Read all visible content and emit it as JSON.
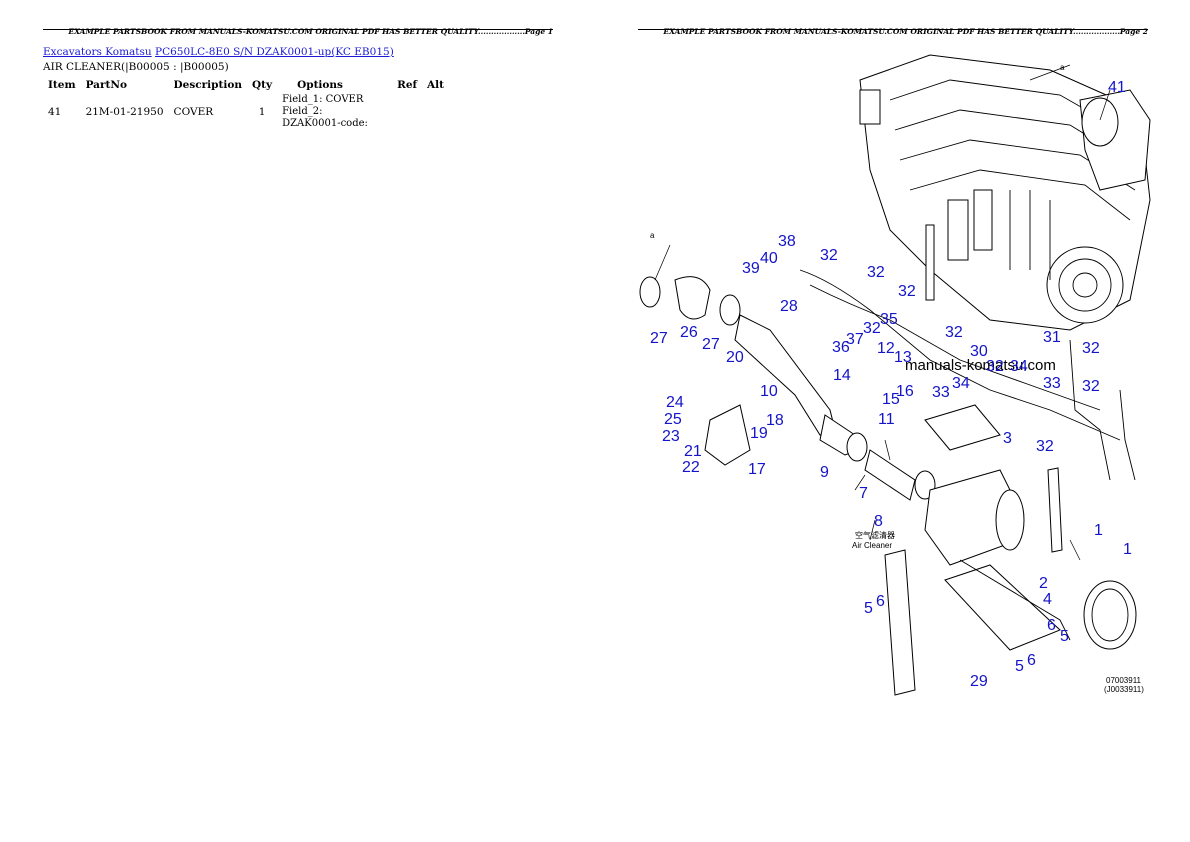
{
  "page1_header": "EXAMPLE PARTSBOOK FROM MANUALS-KOMATSU.COM ORIGINAL PDF HAS BETTER QUALITY..................",
  "page1_number": "Page 1",
  "page2_header": "EXAMPLE PARTSBOOK FROM MANUALS-KOMATSU.COM ORIGINAL PDF HAS BETTER QUALITY..................",
  "page2_number": "Page 2",
  "breadcrumb": {
    "link1": "Excavators Komatsu",
    "link2": "PC650LC-8E0 S/N DZAK0001-up(KC EB015)"
  },
  "section_title": "AIR CLEANER(|B00005 : |B00005)",
  "table": {
    "headers": [
      "Item",
      "PartNo",
      "Description",
      "Qty",
      "Options",
      "Ref",
      "Alt"
    ],
    "rows": [
      {
        "item": "41",
        "partno": "21M-01-21950",
        "description": "COVER",
        "qty": "1",
        "options": "Field_1: COVER Field_2: DZAK0001-code:",
        "ref": "",
        "alt": ""
      }
    ]
  },
  "diagram": {
    "watermark": "manuals-komatsu.com",
    "caption_cn": "空气滤清器",
    "caption_en": "Air Cleaner",
    "ref_code1": "07003911",
    "ref_code2": "(J0033911)",
    "label_a": "a",
    "callouts": [
      "41",
      "38",
      "32",
      "39",
      "40",
      "28",
      "32",
      "32",
      "32",
      "35",
      "37",
      "36",
      "12",
      "13",
      "32",
      "30",
      "32",
      "34",
      "31",
      "32",
      "27",
      "26",
      "27",
      "20",
      "10",
      "14",
      "16",
      "15",
      "11",
      "33",
      "34",
      "33",
      "32",
      "24",
      "18",
      "25",
      "23",
      "19",
      "21",
      "22",
      "17",
      "9",
      "3",
      "32",
      "7",
      "8",
      "1",
      "1",
      "2",
      "4",
      "6",
      "5",
      "6",
      "5",
      "6",
      "5",
      "29"
    ]
  }
}
